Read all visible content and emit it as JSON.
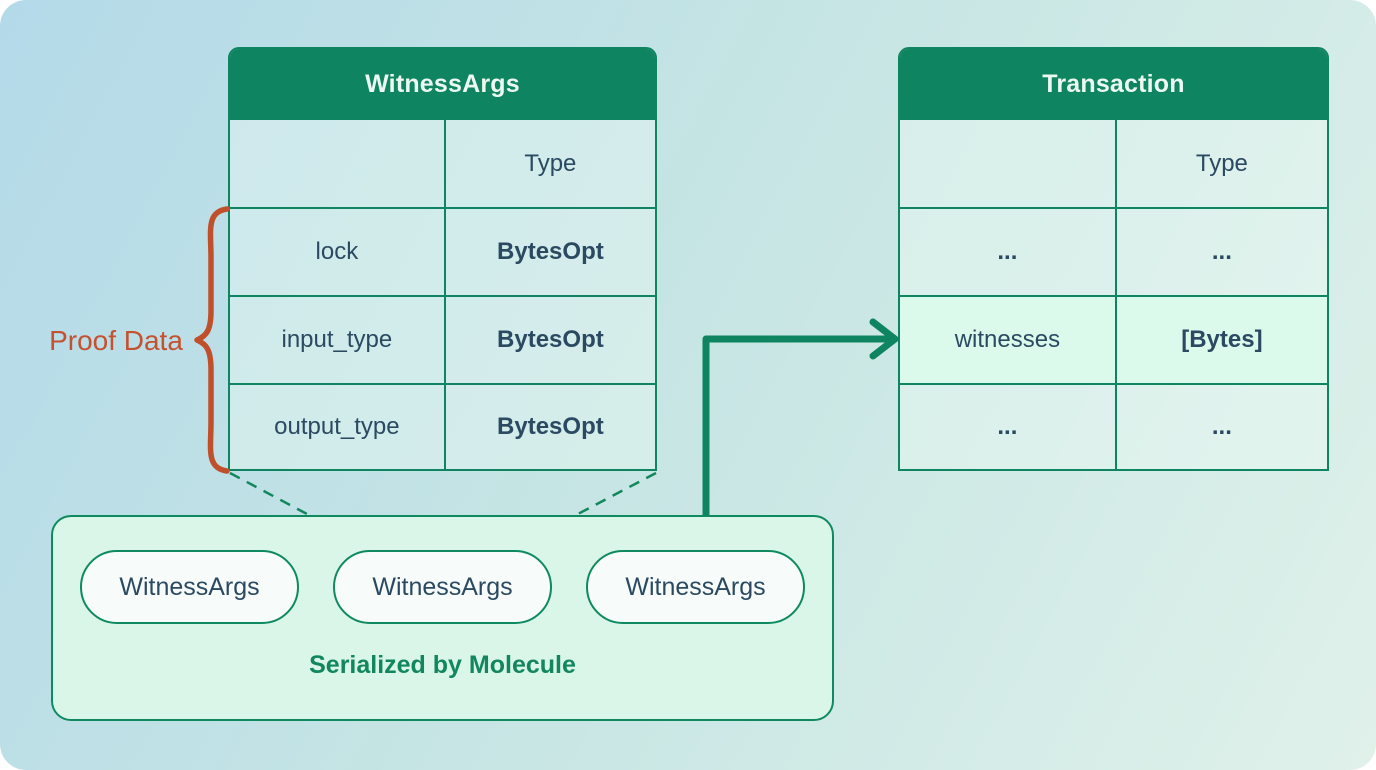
{
  "witness_args_table": {
    "title": "WitnessArgs",
    "type_header": "Type",
    "rows": [
      {
        "field": "lock",
        "type": "BytesOpt"
      },
      {
        "field": "input_type",
        "type": "BytesOpt"
      },
      {
        "field": "output_type",
        "type": "BytesOpt"
      }
    ]
  },
  "transaction_table": {
    "title": "Transaction",
    "type_header": "Type",
    "rows": [
      {
        "field": "...",
        "type": "..."
      },
      {
        "field": "witnesses",
        "type": "[Bytes]",
        "highlighted": true
      },
      {
        "field": "...",
        "type": "..."
      }
    ]
  },
  "proof_data_label": "Proof Data",
  "serialization_box": {
    "pills": [
      "WitnessArgs",
      "WitnessArgs",
      "WitnessArgs"
    ],
    "caption": "Serialized by Molecule"
  },
  "colors": {
    "accent_green": "#0e8560",
    "brace_orange": "#c4512f",
    "highlight_row": "#dcfaec",
    "box_fill": "#d9f6e8",
    "pill_fill": "#f7fcfa",
    "text_dark": "#2b4a61",
    "bg_gradient_start": "#b4dae9",
    "bg_gradient_end": "#e0f1ea"
  }
}
